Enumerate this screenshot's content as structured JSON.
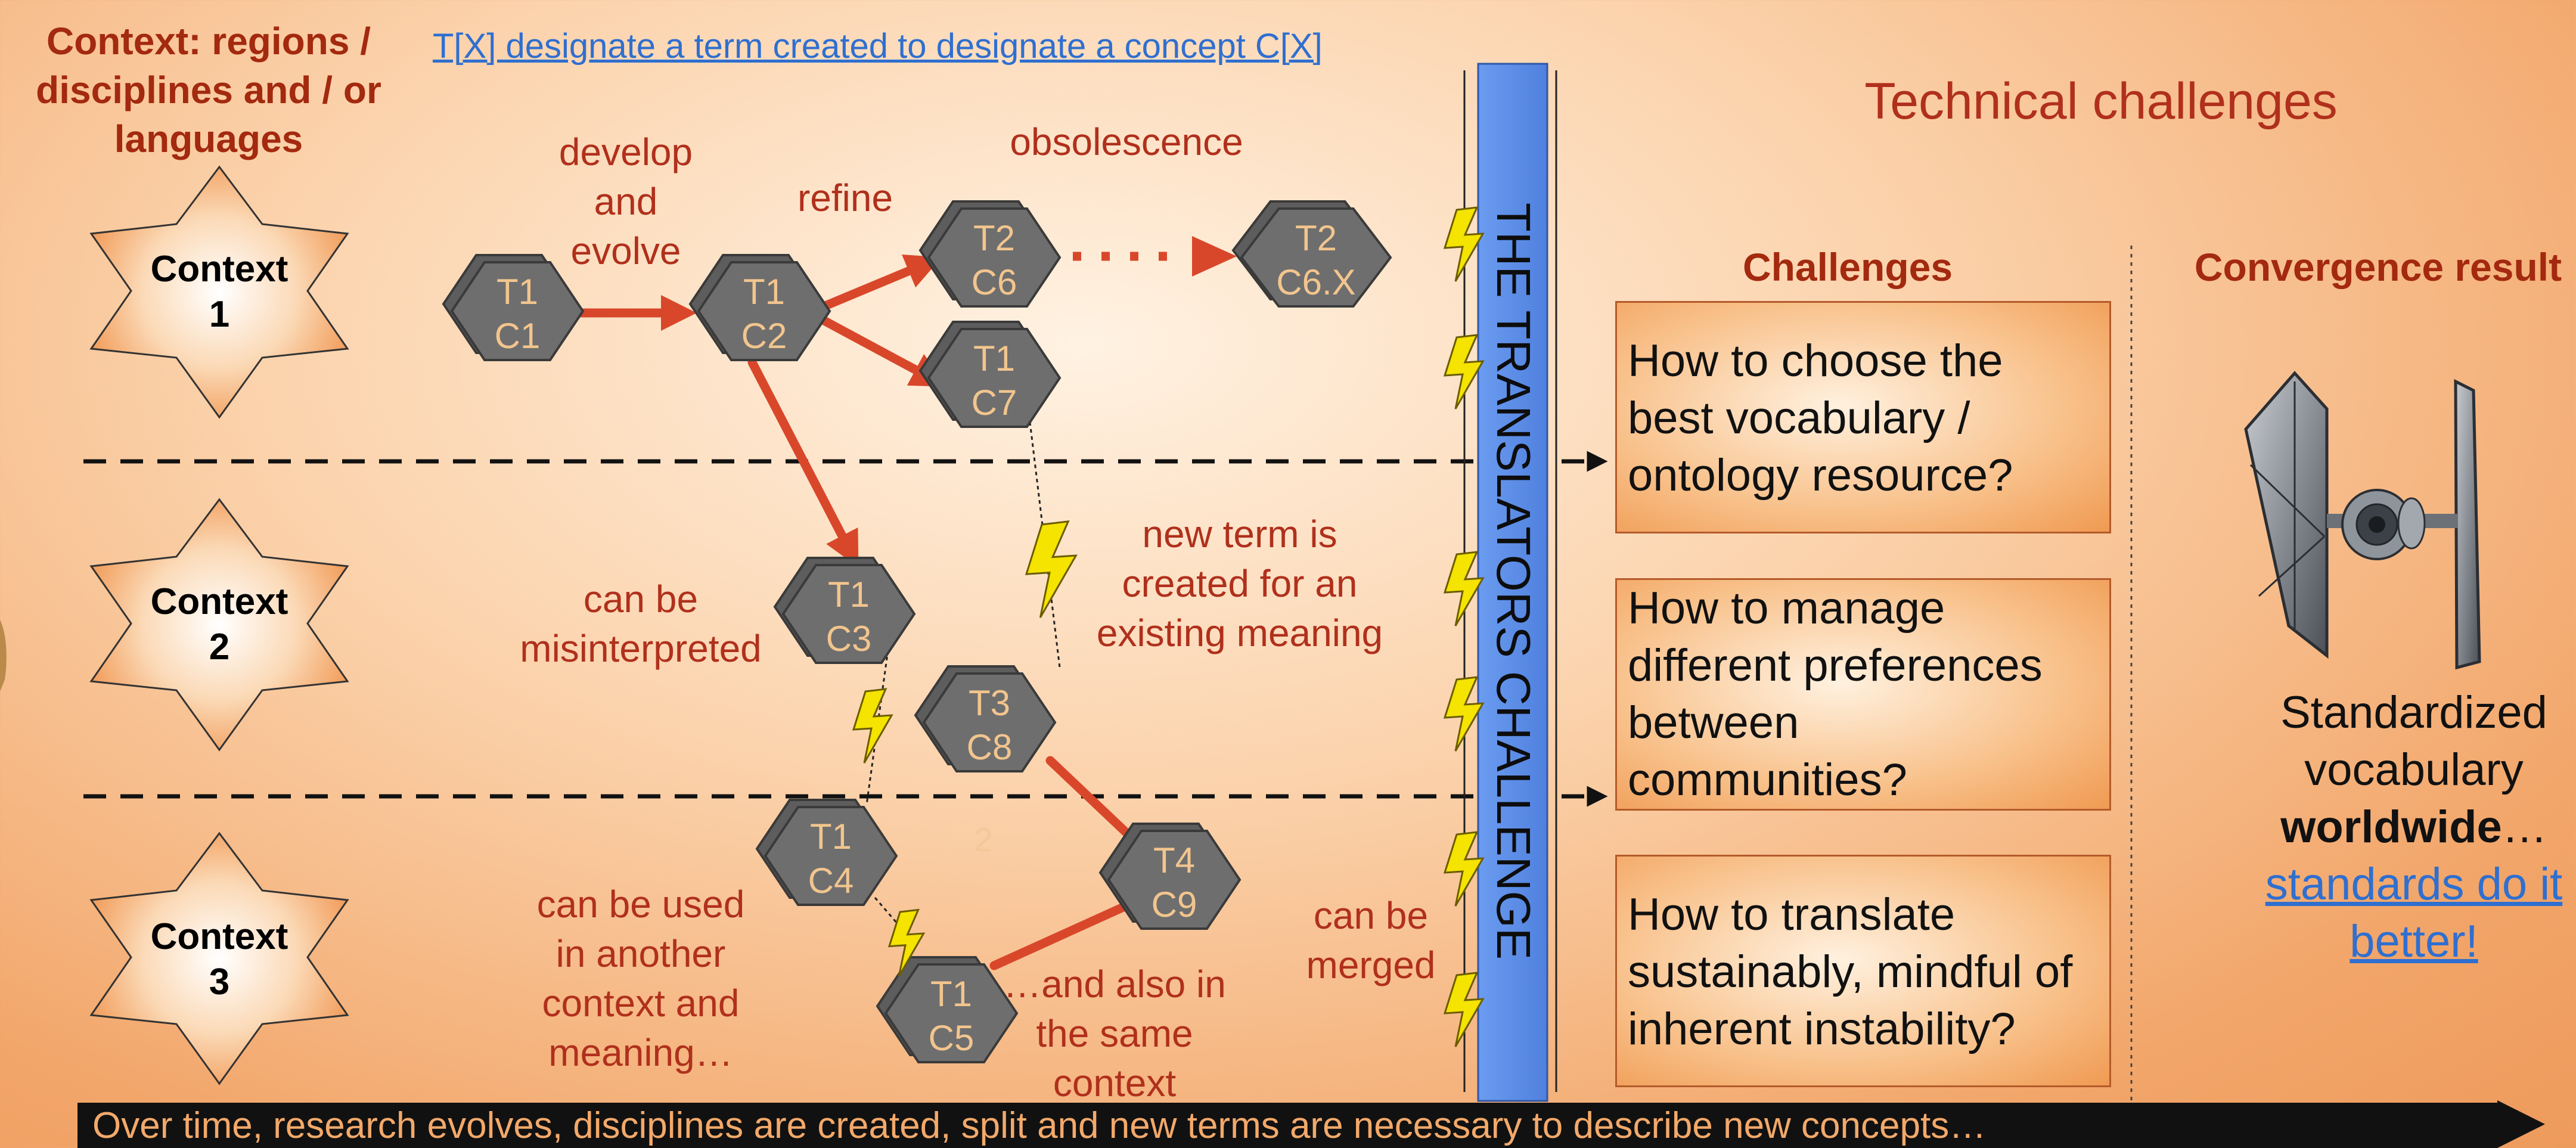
{
  "context_heading": {
    "line1": "Context: regions /",
    "line2": "disciplines and / or",
    "line3": "languages"
  },
  "legend_link": "T[X] designate a term created to designate a concept C[X]",
  "contexts": [
    {
      "line1": "Context",
      "line2": "1"
    },
    {
      "line1": "Context",
      "line2": "2"
    },
    {
      "line1": "Context",
      "line2": "3"
    }
  ],
  "terms": [
    {
      "t": "T1",
      "c": "C1"
    },
    {
      "t": "T1",
      "c": "C2"
    },
    {
      "t": "T2",
      "c": "C6"
    },
    {
      "t": "T2",
      "c": "C6.X"
    },
    {
      "t": "T1",
      "c": "C7"
    },
    {
      "t": "T1",
      "c": "C3"
    },
    {
      "t": "T3",
      "c": "C8"
    },
    {
      "t": "T1",
      "c": "C4"
    },
    {
      "t": "T4",
      "c": "C9"
    },
    {
      "t": "T1",
      "c": "C5"
    }
  ],
  "annotations": {
    "develop": {
      "line1": "develop",
      "line2": "and",
      "line3": "evolve"
    },
    "refine": "refine",
    "obsolescence": "obsolescence",
    "dots": ". . .",
    "new_term": {
      "line1": "new term is",
      "line2": "created for an",
      "line3": "existing meaning"
    },
    "misinterpreted": {
      "line1": "can be",
      "line2": "misinterpreted"
    },
    "used_other": {
      "line1": "can be used",
      "line2": "in another",
      "line3": "context and",
      "line4": "meaning…"
    },
    "same_context": {
      "line1": "…and also in",
      "line2": "the same",
      "line3": "context"
    },
    "merged": {
      "line1": "can be",
      "line2": "merged"
    },
    "faint_2": "2"
  },
  "translators_challenge": "THE TRANSLATORS CHALLENGE",
  "technical_challenges": "Technical challenges",
  "challenges_header": "Challenges",
  "convergence_header": "Convergence result",
  "challenges": [
    {
      "line1": "How to choose the",
      "line2": "best vocabulary /",
      "line3": "ontology resource?",
      "line4": ""
    },
    {
      "line1": "How to manage",
      "line2": "different preferences",
      "line3": "between",
      "line4": "communities?"
    },
    {
      "line1": "How to translate",
      "line2": "sustainably, mindful of",
      "line3": "inherent instability?",
      "line4": ""
    }
  ],
  "convergence": {
    "line1": "Standardized",
    "line2": "vocabulary",
    "bold": "worldwide",
    "ellipsis": "…",
    "link_line1": "standards do it",
    "link_line2": "better!"
  },
  "footer": "Over time, research evolves, disciplines are created, split and new terms are necessary to describe new concepts…",
  "colors": {
    "arrow": "#d9472b",
    "annotation": "#b0301c",
    "hexagon": "#6e6e6e",
    "hexagon_text": "#f2c58e",
    "translator_bar": "#5b8fe8",
    "bolt": "#f5e300",
    "footer_bar": "#111111",
    "footer_text": "#f3a96a"
  }
}
